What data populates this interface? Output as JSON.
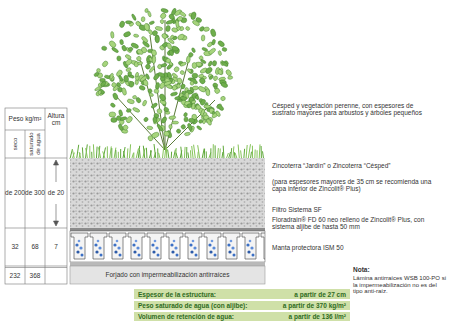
{
  "diagram": {
    "nodes": [
      {
        "text": [
          "Espesor de la estructura:",
          "a partir de 27 cm"
        ]
      },
      {
        "text": [
          "Peso saturado de agua (con aljibe):",
          "a partir de 370 kg/m²"
        ]
      },
      {
        "text": [
          "Volumen de retención de agua:",
          "a partir de 136 l/m²"
        ]
      }
    ],
    "labels": [
      "Peso kg/m²",
      "Altura cm",
      "seco",
      "saturado de agua",
      "de 200",
      "de 300",
      "de 20",
      "32",
      "68",
      "7",
      "232",
      "368",
      "Césped y vegetación perenne, con espesores de sustrato mayores para arbustos y árboles pequeños",
      "Zincoterra “Jardín” o Zincoterra “Césped”",
      "(para espesores mayores de 35 cm se recomienda una capa inferior de Zincolit® Plus)",
      "Filtro Sistema SF",
      "Floradrain® FD 60 neo relleno de Zincolit® Plus, con sistema aljibe de hasta 50 mm",
      "Manta protectora ISM 50",
      "Forjado con impermeabilización antirraíces",
      "Nota:",
      "Lámina antirraíces WSB 100-PO si la impermeabilización no es del tipo anti-raíz."
    ]
  }
}
